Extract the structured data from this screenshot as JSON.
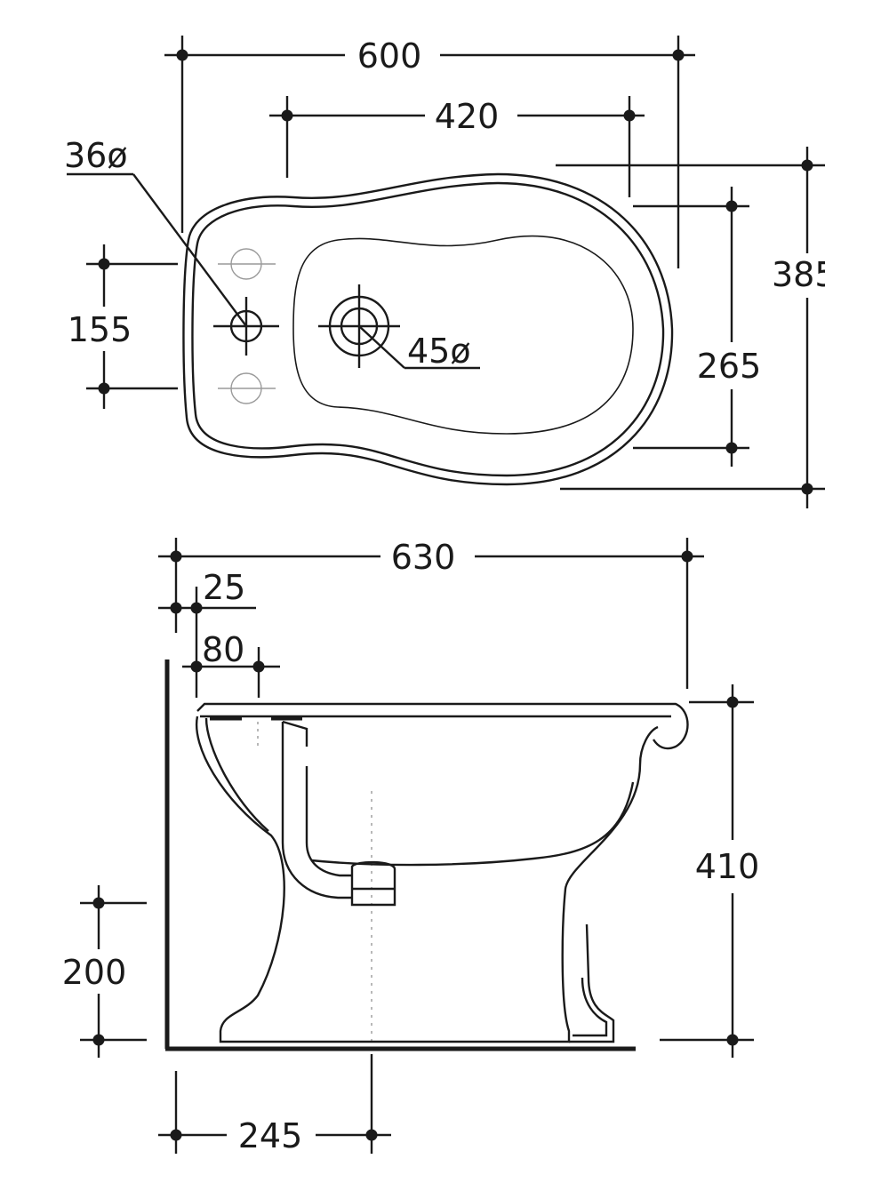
{
  "top_view": {
    "overall_width": "600",
    "tap_spacing": "420",
    "tap_hole": "36ø",
    "hole_spacing": "155",
    "drain_hole": "45ø",
    "inner_depth": "265",
    "overall_depth": "385"
  },
  "side_view": {
    "overall_length": "630",
    "rim_offset": "25",
    "spout_offset": "80",
    "overall_height": "410",
    "inlet_height": "200",
    "outlet_distance": "245"
  }
}
